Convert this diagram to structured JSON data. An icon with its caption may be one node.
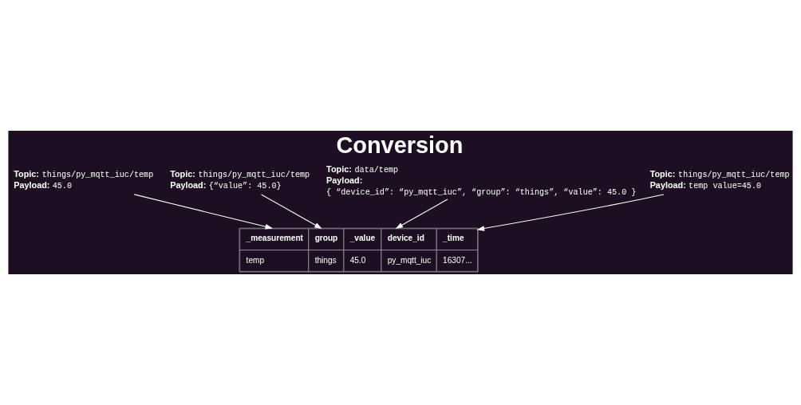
{
  "diagram": {
    "title": "Conversion",
    "nodes": [
      {
        "text": [
          "**Topic:** things/py_mqtt_iuc/temp",
          "**Payload:** 45.0"
        ]
      },
      {
        "text": [
          "**Topic:** things/py_mqtt_iuc/temp",
          "**Payload:** {“value”: 45.0}"
        ]
      },
      {
        "text": [
          "**Topic:** data/temp",
          "**Payload:**",
          "{ “device_id”: “py_mqtt_iuc”, “group”: “things”, “value”: 45.0 }"
        ]
      },
      {
        "text": [
          "**Topic:** things/py_mqtt_iuc/temp",
          "**Payload:** temp value=45.0"
        ]
      },
      {
        "text": [
          "_measurement",
          "group",
          "_value",
          "device_id",
          "_time",
          "temp",
          "things",
          "45.0",
          "py_mqtt_iuc",
          "16307..."
        ]
      }
    ],
    "edges": [
      {
        "from": 0,
        "to": 4,
        "arrow": "to"
      },
      {
        "from": 1,
        "to": 4,
        "arrow": "to"
      },
      {
        "from": 2,
        "to": 4,
        "arrow": "to"
      },
      {
        "from": 3,
        "to": 4,
        "arrow": "to"
      }
    ]
  }
}
